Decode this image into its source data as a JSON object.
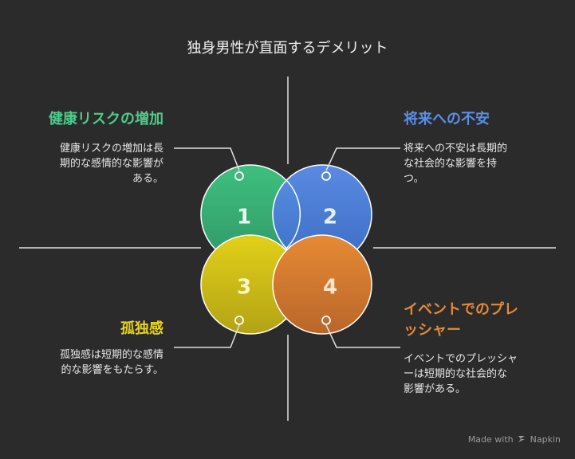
{
  "title": "独身男性が直面するデメリット",
  "colors": {
    "health": "#4ecb8a",
    "anxiety": "#5b8ee6",
    "loneliness": "#e8d420",
    "pressure": "#e58a36"
  },
  "quadrants": [
    {
      "number": "1",
      "heading": "健康リスクの増加",
      "desc_lines": [
        "健康リスクの増加は長",
        "期的な感情的な影響が",
        "ある。"
      ]
    },
    {
      "number": "2",
      "heading": "将来への不安",
      "desc_lines": [
        "将来への不安は長期的",
        "な社会的な影響を持",
        "つ。"
      ]
    },
    {
      "number": "3",
      "heading": "孤独感",
      "desc_lines": [
        "孤独感は短期的な感情",
        "的な影響をもたらす。"
      ]
    },
    {
      "number": "4",
      "heading_lines": [
        "イベントでのプレ",
        "ッシャー"
      ],
      "desc_lines": [
        "イベントでのプレッシャ",
        "ーは短期的な社会的な",
        "影響がある。"
      ]
    }
  ],
  "footer": {
    "made_with": "Made with",
    "brand": "Napkin"
  }
}
